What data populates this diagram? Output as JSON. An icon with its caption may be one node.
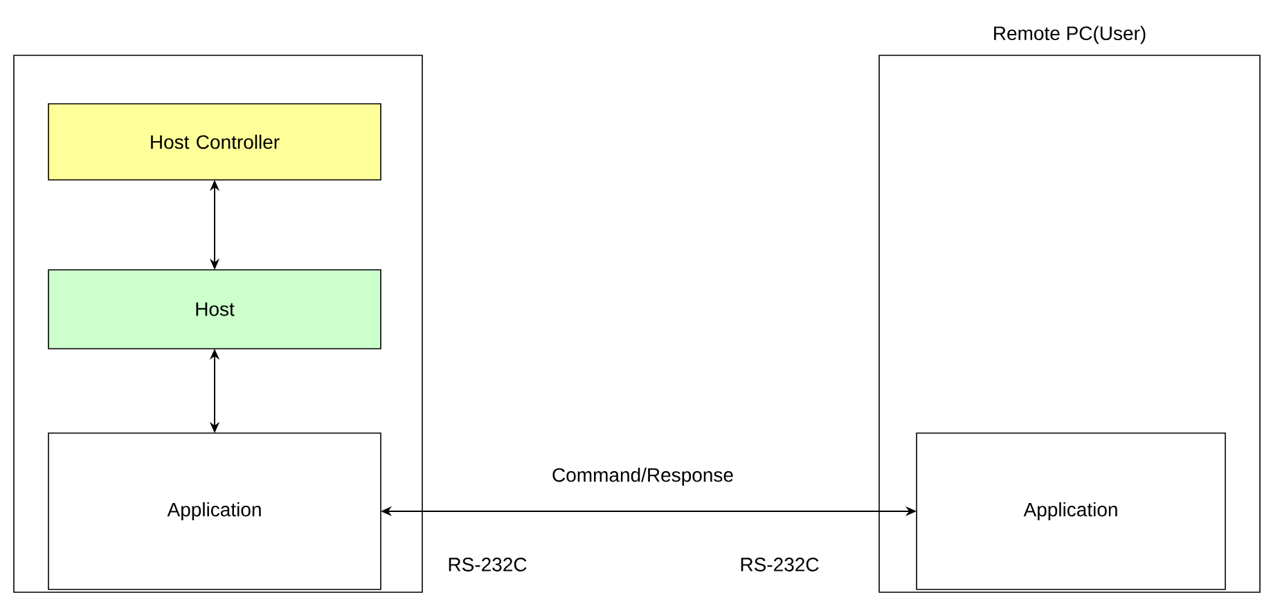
{
  "diagram": {
    "nodes": [
      {
        "text": [],
        "shape": "box"
      },
      {
        "text": [
          "Host Controller"
        ],
        "in": 0
      },
      {
        "text": [
          "Host"
        ],
        "in": 0
      },
      {
        "text": [
          "Application"
        ],
        "in": 0
      },
      {
        "text": [
          "Remote PC(User)"
        ]
      },
      {
        "text": [
          "Application"
        ],
        "in": 4
      }
    ],
    "edges": [
      {
        "from": 1,
        "to": 2,
        "arrow": "both"
      },
      {
        "from": 2,
        "to": 3,
        "arrow": "both"
      },
      {
        "from": 3,
        "to": 5,
        "arrow": "both",
        "label": "Command/Response"
      }
    ],
    "labels": [
      "RS-232C",
      "RS-232C"
    ]
  }
}
